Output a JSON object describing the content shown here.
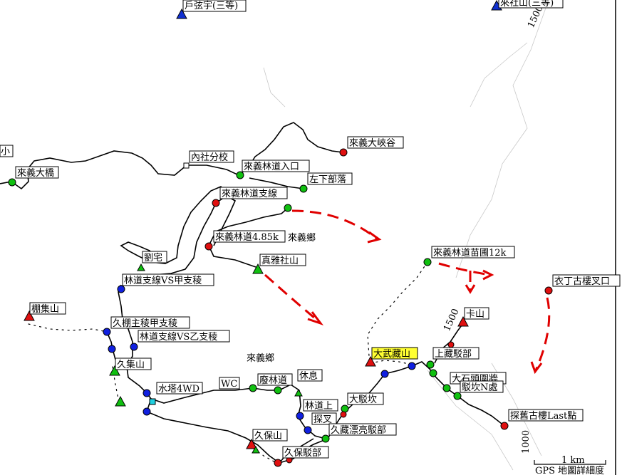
{
  "map": {
    "region_labels": [
      "來義鄉",
      "來義鄉"
    ],
    "contour_labels": [
      "1500",
      "1500",
      "1000"
    ],
    "scale": {
      "distance": "1 km",
      "caption": "GPS 地圖詳細度"
    },
    "triangulation_points": [
      {
        "name": "戶弦宇(三等)",
        "color": "#1030d0"
      },
      {
        "name": "來社山(三等)",
        "color": "#1030d0"
      }
    ],
    "waypoints": [
      "小",
      "來義大橋",
      "內社分校",
      "來義林道入口",
      "來義大峽谷",
      "左下部落",
      "來義林道支線",
      "來義林道4.85k",
      "劉宅",
      "真雅社山",
      "林道支線VS甲支稜",
      "棚集山",
      "久棚主稜甲支稜",
      "林道支線VS乙支稜",
      "久集山",
      "水塔4WD",
      "WC",
      "廢林道",
      "休息",
      "林道上",
      "大駁坎",
      "探叉",
      "久藏漂亮駁部",
      "久保山",
      "久保駁部",
      "大武藏山",
      "上藏駁部",
      "大石頭圍牆",
      "駁坎N處",
      "探舊古樓Last點",
      "卡山",
      "來義林道苗圃12k",
      "衣丁古樓叉口"
    ],
    "marker_colors": {
      "red": "#e01010",
      "green": "#10c010",
      "blue": "#1020e0",
      "arrow": "#e00000",
      "highlight": "#ffff33"
    }
  }
}
